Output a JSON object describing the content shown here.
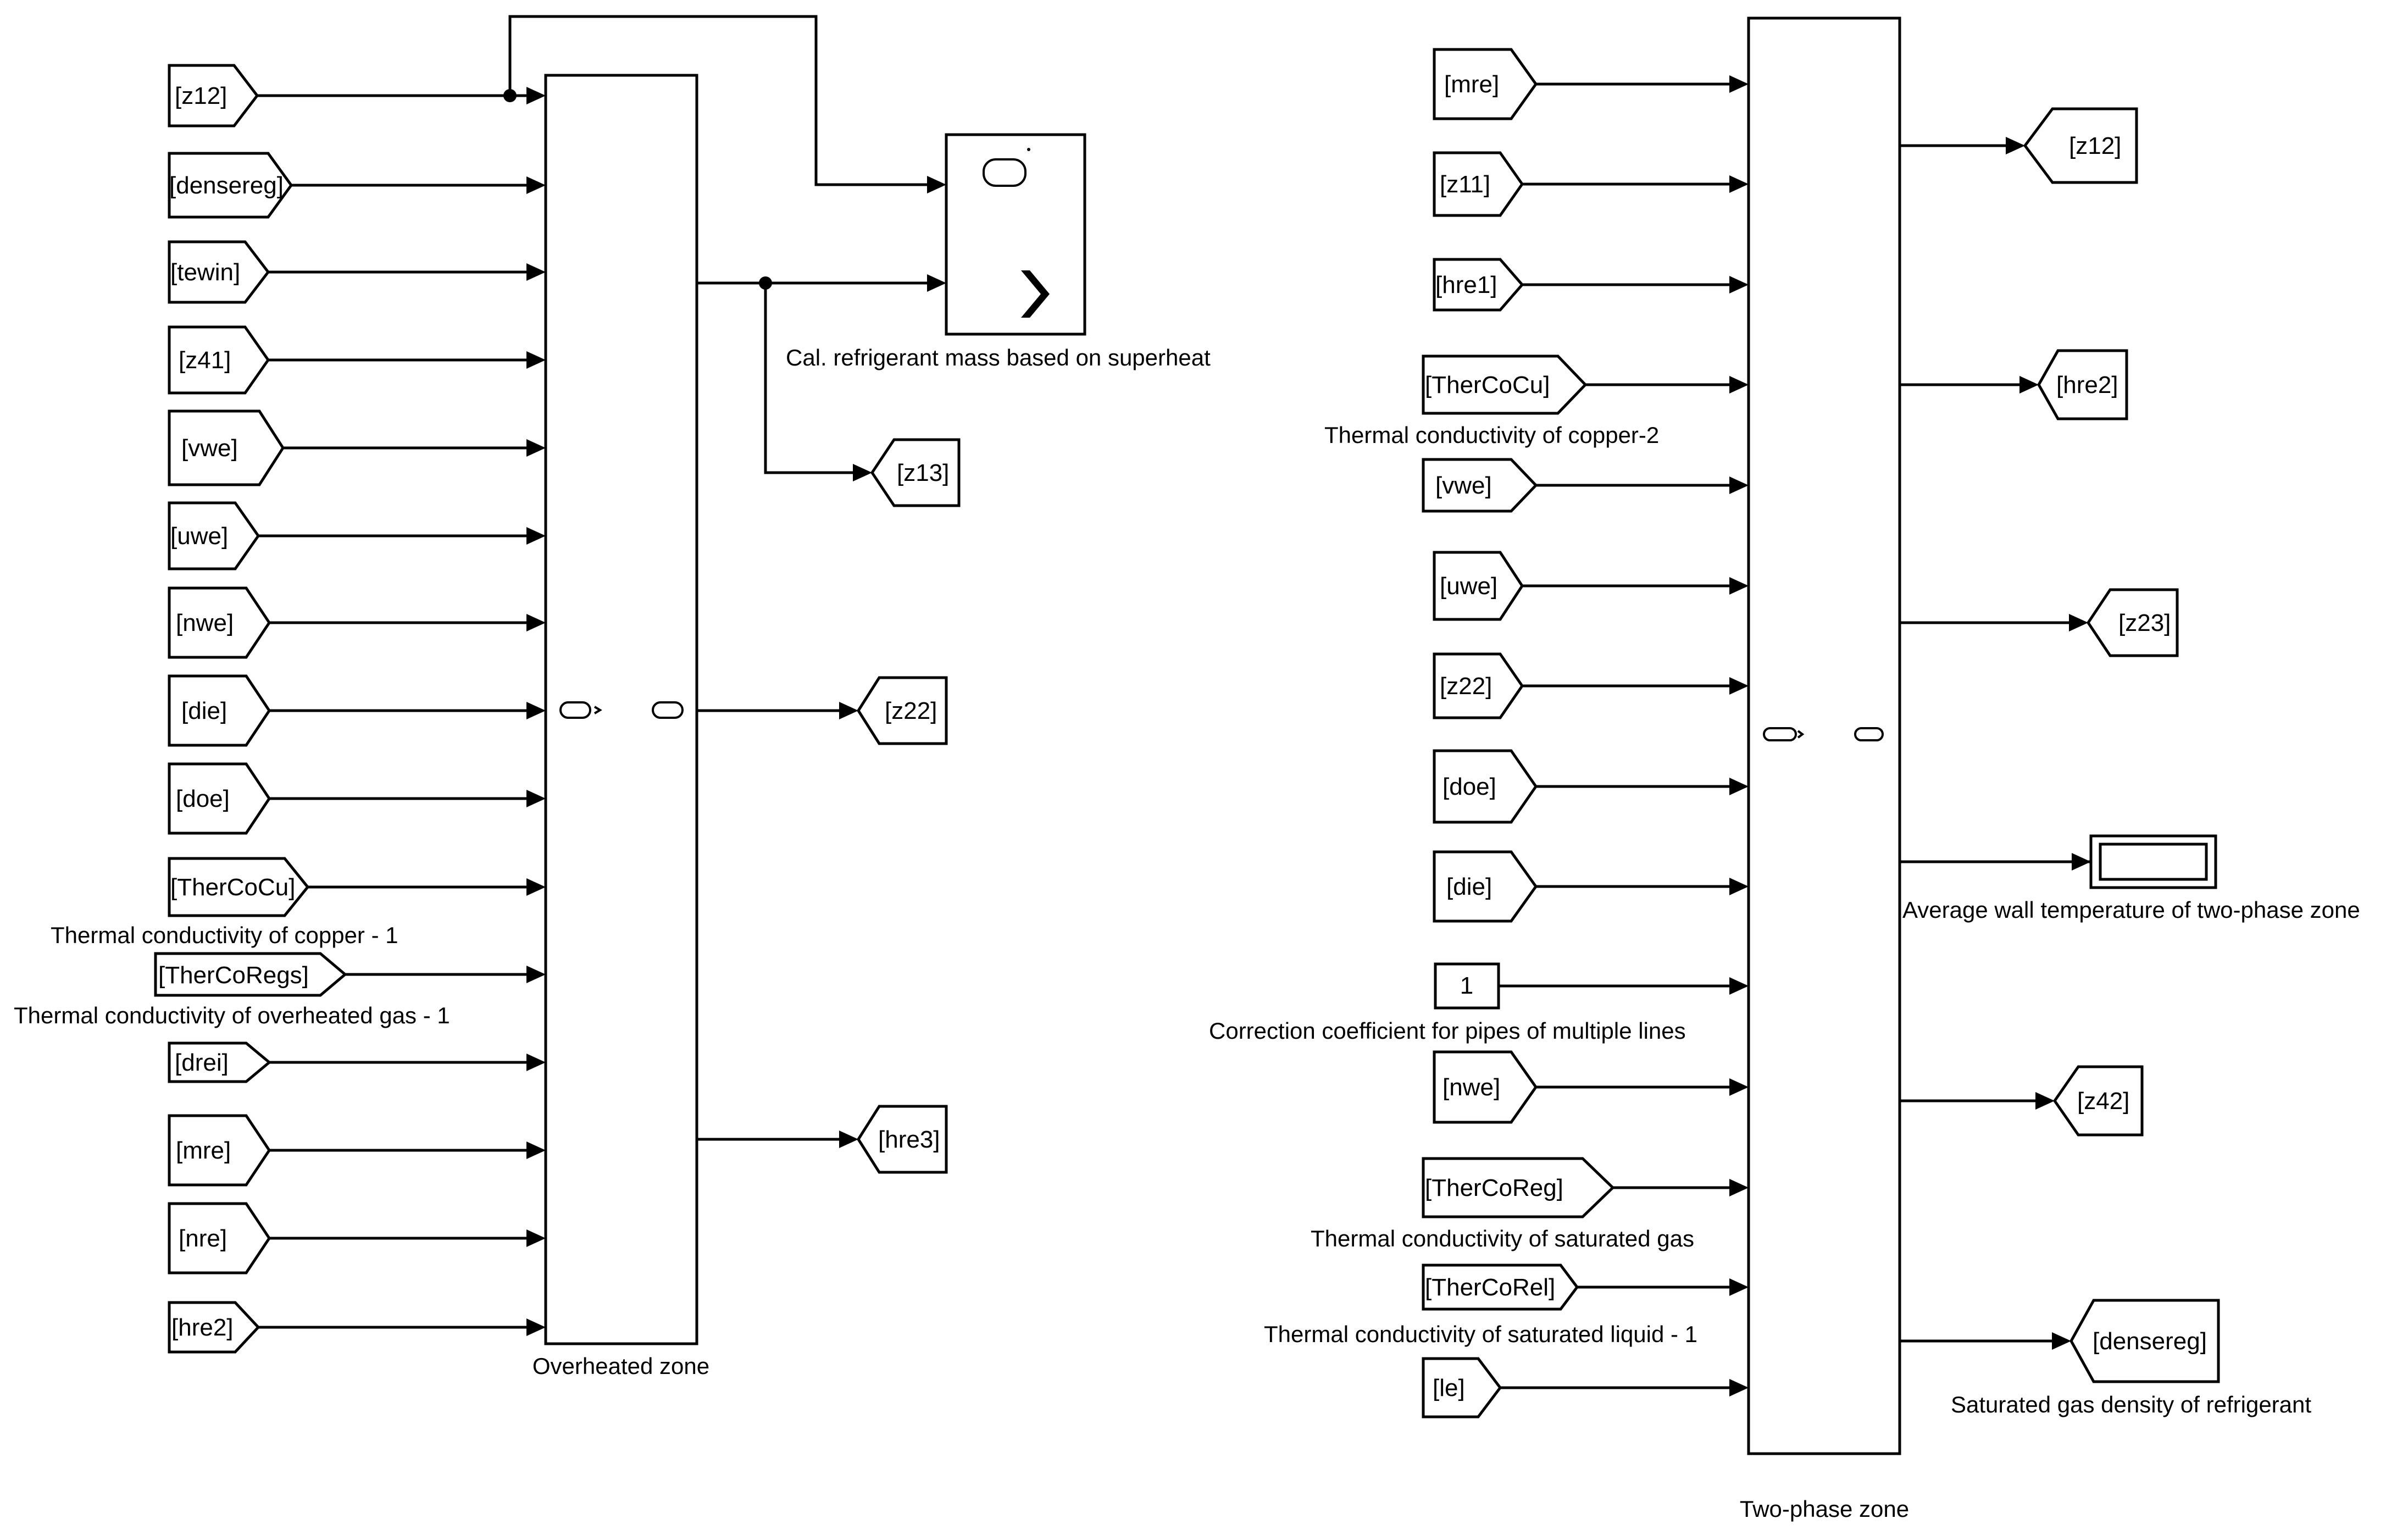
{
  "overheated_zone": {
    "caption": "Overheated zone",
    "inputs": [
      "[z12]",
      "[densereg]",
      "[tewin]",
      "[z41]",
      "[vwe]",
      "[uwe]",
      "[nwe]",
      "[die]",
      "[doe]",
      "[TherCoCu]",
      "[TherCoRegs]",
      "[drei]",
      "[mre]",
      "[nre]",
      "[hre2]"
    ],
    "outputs": [
      "[z13]",
      "[z22]",
      "[hre3]"
    ],
    "notes": {
      "therco_cu": "Thermal conductivity of copper - 1",
      "therco_regs": "Thermal conductivity of overheated gas - 1"
    }
  },
  "mass_block": {
    "caption": "Cal. refrigerant mass based on superheat"
  },
  "two_phase_zone": {
    "caption": "Two-phase zone",
    "inputs": [
      "[mre]",
      "[z11]",
      "[hre1]",
      "[TherCoCu]",
      "[vwe]",
      "[uwe]",
      "[z22]",
      "[doe]",
      "[die]",
      "1",
      "[nwe]",
      "[TherCoReg]",
      "[TherCoRel]",
      "[le]"
    ],
    "outputs": [
      "[z12]",
      "[hre2]",
      "[z23]",
      "[z42]",
      "[densereg]"
    ],
    "notes": {
      "therco_cu": "Thermal conductivity of copper-2",
      "correction": "Correction coefficient for pipes of multiple lines",
      "therco_reg": "Thermal conductivity of saturated gas",
      "therco_rel": "Thermal conductivity of saturated liquid - 1",
      "wall_temp": "Average wall temperature of  two-phase zone",
      "densereg": "Saturated gas density of refrigerant"
    }
  },
  "colors": {
    "line": "#000000",
    "background": "#ffffff"
  }
}
